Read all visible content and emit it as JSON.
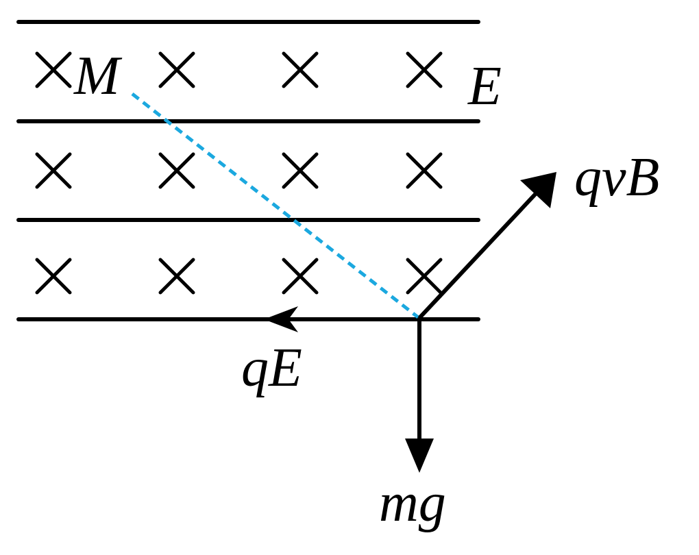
{
  "labels": {
    "point": "M",
    "field": "E",
    "magnetic_force": "qvB",
    "electric_force": "qE",
    "gravity": "mg"
  },
  "magnetic_field": {
    "symbol": "×",
    "rows": 3,
    "columns": 4,
    "direction": "into page"
  },
  "colors": {
    "lines": "#000000",
    "trajectory": "#1ba8df",
    "background": "#ffffff"
  }
}
